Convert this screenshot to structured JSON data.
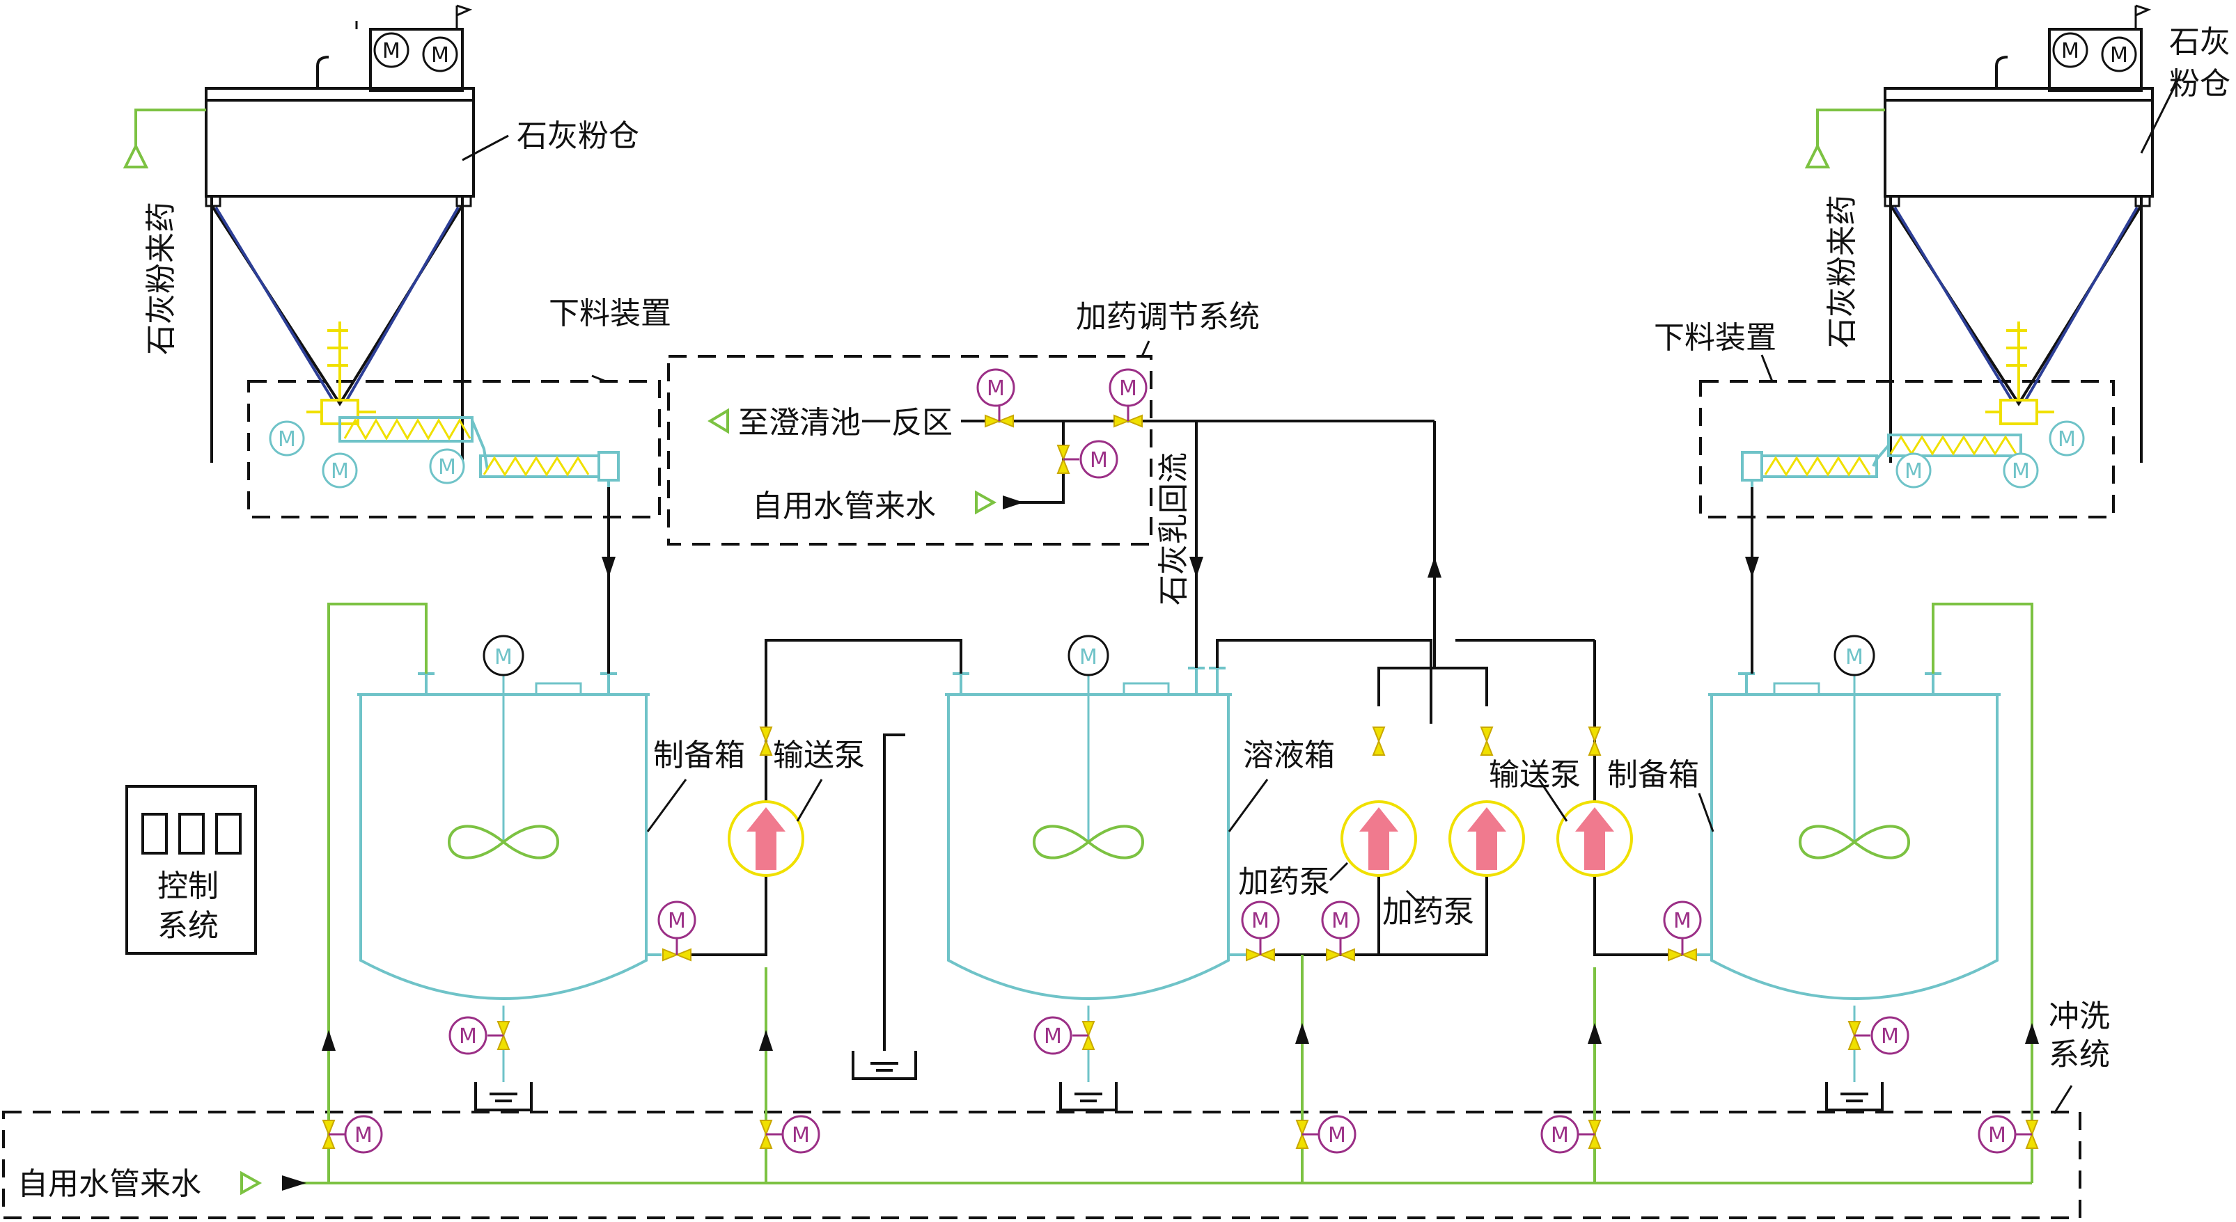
{
  "colors": {
    "line": "#111111",
    "equipment": "#6fc3c8",
    "water_pipe": "#7cc242",
    "valve": "#f0e000",
    "motor_valve": "#9b2f86",
    "pump_arrow": "#f07a8e",
    "hopper_inner": "#2c3e96"
  },
  "labels": {
    "silo_left": "石灰粉仓",
    "silo_right_line1": "石灰",
    "silo_right_line2": "粉仓",
    "feed_left": "石灰粉来药",
    "feed_right": "石灰粉来药",
    "discharge_left": "下料装置",
    "discharge_right": "下料装置",
    "dosing_system": "加药调节系统",
    "to_clarifier": "至澄清池一反区",
    "water_inlet_top": "自用水管来水",
    "lime_milk_return": "石灰乳回流",
    "prep_tank_left": "制备箱",
    "transfer_pump_left": "输送泵",
    "solution_tank": "溶液箱",
    "transfer_pump_right": "输送泵",
    "prep_tank_right": "制备箱",
    "dosing_pump_1": "加药泵",
    "dosing_pump_2": "加药泵",
    "control_line1": "控制",
    "control_line2": "系统",
    "flush_line1": "冲洗",
    "flush_line2": "系统",
    "water_inlet_bottom": "自用水管来水"
  },
  "icons": {
    "motor_symbol": "M",
    "motor": "motor-icon",
    "valve": "valve-icon",
    "motor_valve": "motor-valve-icon",
    "pump": "pump-icon",
    "feed_triangle": "triangle-inlet-icon",
    "drain": "drain-icon",
    "agitator": "agitator-icon"
  }
}
